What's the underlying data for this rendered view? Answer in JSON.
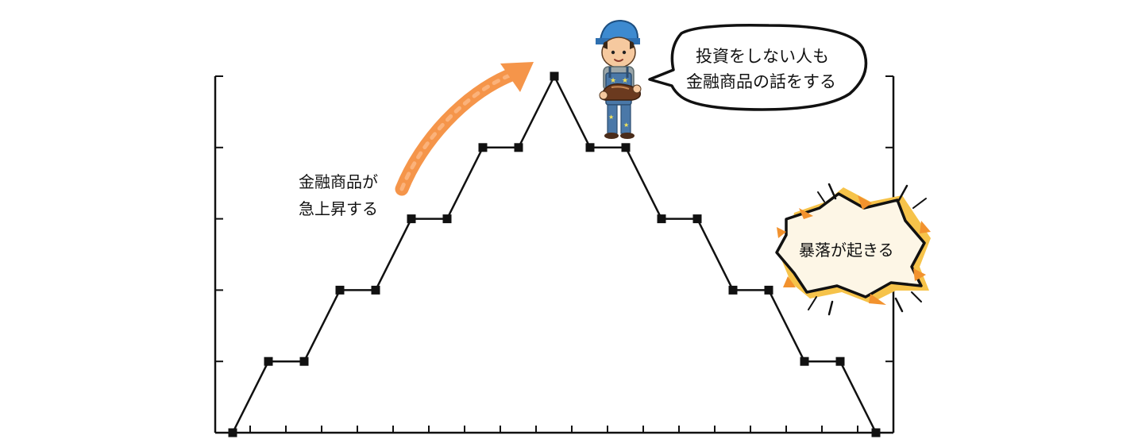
{
  "chart_data": {
    "type": "line",
    "x": [
      1,
      2,
      3,
      4,
      5,
      6,
      7,
      8,
      9,
      10,
      11,
      12,
      13,
      14,
      15,
      16,
      17,
      18,
      19
    ],
    "values": [
      0,
      1,
      1,
      2,
      2,
      3,
      3,
      4,
      4,
      5,
      4,
      4,
      3,
      3,
      2,
      2,
      1,
      1,
      0
    ],
    "ylim": [
      0,
      5
    ],
    "marker": "square",
    "line_color": "#111111",
    "grid": false,
    "annotations": [
      {
        "id": "rise",
        "lines": [
          "金融商品が",
          "急上昇する"
        ]
      },
      {
        "id": "peak_speech",
        "lines": [
          "投資をしない人も",
          "金融商品の話をする"
        ]
      },
      {
        "id": "crash",
        "lines": [
          "暴落が起きる"
        ]
      }
    ]
  },
  "colors": {
    "arrow": "#f5954a",
    "burst_fill": "#fdf6e6",
    "burst_accent": "#f6c34a"
  },
  "icons": {
    "arrow": "rising-arrow-icon",
    "person": "shoe-shine-worker-illustration",
    "burst": "explosion-burst-icon"
  }
}
